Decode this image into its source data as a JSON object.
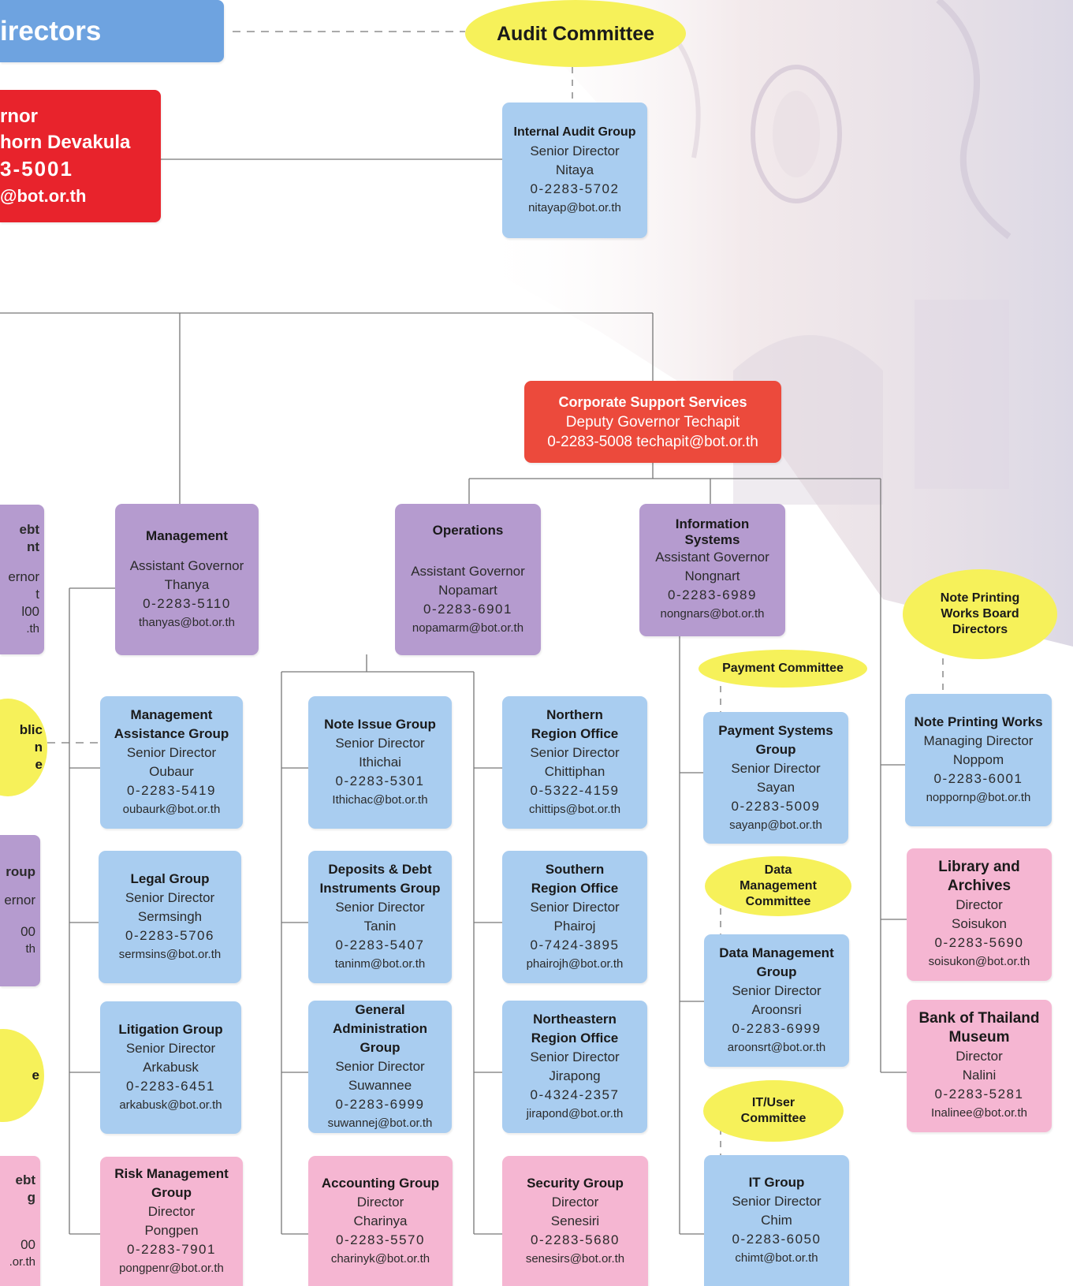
{
  "board": {
    "title": "irectors"
  },
  "governor": {
    "l1": "rnor",
    "l2": "horn Devakula",
    "l3": "3-5001",
    "l4": "@bot.or.th"
  },
  "audit_committee": "Audit Committee",
  "internal_audit": {
    "title": "Internal Audit Group",
    "role": "Senior Director",
    "name": "Nitaya",
    "phone": "0-2283-5702",
    "email": "nitayap@bot.or.th"
  },
  "corporate": {
    "title": "Corporate Support Services",
    "l2": "Deputy Governor  Techapit",
    "l3": "0-2283-5008 techapit@bot.or.th"
  },
  "management": {
    "title": "Management",
    "role": "Assistant Governor",
    "name": "Thanya",
    "phone": "0-2283-5110",
    "email": "thanyas@bot.or.th"
  },
  "operations": {
    "title": "Operations",
    "role": "Assistant Governor",
    "name": "Nopamart",
    "phone": "0-2283-6901",
    "email": "nopamarm@bot.or.th"
  },
  "info_systems": {
    "title1": "Information",
    "title2": "Systems",
    "role": "Assistant Governor",
    "name": "Nongnart",
    "phone": "0-2283-6989",
    "email": "nongnars@bot.or.th"
  },
  "note_printing_board": {
    "l1": "Note Printing",
    "l2": "Works Board",
    "l3": "Directors"
  },
  "payment_committee": "Payment Committee",
  "data_mgmt_committee": {
    "l1": "Data",
    "l2": "Management",
    "l3": "Committee"
  },
  "it_user_committee": {
    "l1": "IT/User",
    "l2": "Committee"
  },
  "edge_left": {
    "p1": {
      "l1": "ebt",
      "l2": "nt",
      "l3": "ernor",
      "l4": "t",
      "l5": "l00",
      "l6": ".th"
    },
    "y1": {
      "l1": "blic",
      "l2": "n",
      "l3": "e"
    },
    "p2": {
      "l1": "roup",
      "l2": "ernor",
      "l3": "00",
      "l4": "th"
    },
    "y2": {
      "l1": "e"
    },
    "k1": {
      "l1": "ebt",
      "l2": "g",
      "l3": "00",
      "l4": ".or.th"
    }
  },
  "groups": {
    "mgmt_assist": {
      "t1": "Management",
      "t2": "Assistance Group",
      "role": "Senior Director",
      "name": "Oubaur",
      "phone": "0-2283-5419",
      "email": "oubaurk@bot.or.th"
    },
    "legal": {
      "t1": "Legal Group",
      "role": "Senior Director",
      "name": "Sermsingh",
      "phone": "0-2283-5706",
      "email": "sermsins@bot.or.th"
    },
    "litigation": {
      "t1": "Litigation Group",
      "role": "Senior Director",
      "name": "Arkabusk",
      "phone": "0-2283-6451",
      "email": "arkabusk@bot.or.th"
    },
    "risk": {
      "t1": "Risk Management",
      "t2": "Group",
      "role": "Director",
      "name": "Pongpen",
      "phone": "0-2283-7901",
      "email": "pongpenr@bot.or.th"
    },
    "note_issue": {
      "t1": "Note Issue Group",
      "role": "Senior Director",
      "name": "Ithichai",
      "phone": "0-2283-5301",
      "email": "Ithichac@bot.or.th"
    },
    "deposits": {
      "t1": "Deposits & Debt",
      "t2": "Instruments Group",
      "role": "Senior Director",
      "name": "Tanin",
      "phone": "0-2283-5407",
      "email": "taninm@bot.or.th"
    },
    "general_admin": {
      "t1": "General",
      "t2": "Administration Group",
      "role": "Senior Director",
      "name": "Suwannee",
      "phone": "0-2283-6999",
      "email": "suwannej@bot.or.th"
    },
    "accounting": {
      "t1": "Accounting Group",
      "role": "Director",
      "name": "Charinya",
      "phone": "0-2283-5570",
      "email": "charinyk@bot.or.th"
    },
    "northern": {
      "t1": "Northern",
      "t2": "Region Office",
      "role": "Senior Director",
      "name": "Chittiphan",
      "phone": "0-5322-4159",
      "email": "chittips@bot.or.th"
    },
    "southern": {
      "t1": "Southern",
      "t2": "Region Office",
      "role": "Senior Director",
      "name": "Phairoj",
      "phone": "0-7424-3895",
      "email": "phairojh@bot.or.th"
    },
    "northeastern": {
      "t1": "Northeastern",
      "t2": "Region Office",
      "role": "Senior Director",
      "name": "Jirapong",
      "phone": "0-4324-2357",
      "email": "jirapond@bot.or.th"
    },
    "security": {
      "t1": "Security Group",
      "role": "Director",
      "name": "Senesiri",
      "phone": "0-2283-5680",
      "email": "senesirs@bot.or.th"
    },
    "payment_systems": {
      "t1": "Payment Systems",
      "t2": "Group",
      "role": "Senior Director",
      "name": "Sayan",
      "phone": "0-2283-5009",
      "email": "sayanp@bot.or.th"
    },
    "data_mgmt": {
      "t1": "Data Management",
      "t2": "Group",
      "role": "Senior Director",
      "name": "Aroonsri",
      "phone": "0-2283-6999",
      "email": "aroonsrt@bot.or.th"
    },
    "it": {
      "t1": "IT Group",
      "role": "Senior Director",
      "name": "Chim",
      "phone": "0-2283-6050",
      "email": "chimt@bot.or.th"
    },
    "note_printing": {
      "t1": "Note Printing Works",
      "role": "Managing Director",
      "name": "Noppom",
      "phone": "0-2283-6001",
      "email": "noppornp@bot.or.th"
    },
    "library": {
      "t1": "Library and",
      "t2": "Archives",
      "role": "Director",
      "name": "Soisukon",
      "phone": "0-2283-5690",
      "email": "soisukon@bot.or.th"
    },
    "museum": {
      "t1": "Bank of Thailand",
      "t2": "Museum",
      "role": "Director",
      "name": "Nalini",
      "phone": "0-2283-5281",
      "email": "Inalinee@bot.or.th"
    }
  }
}
